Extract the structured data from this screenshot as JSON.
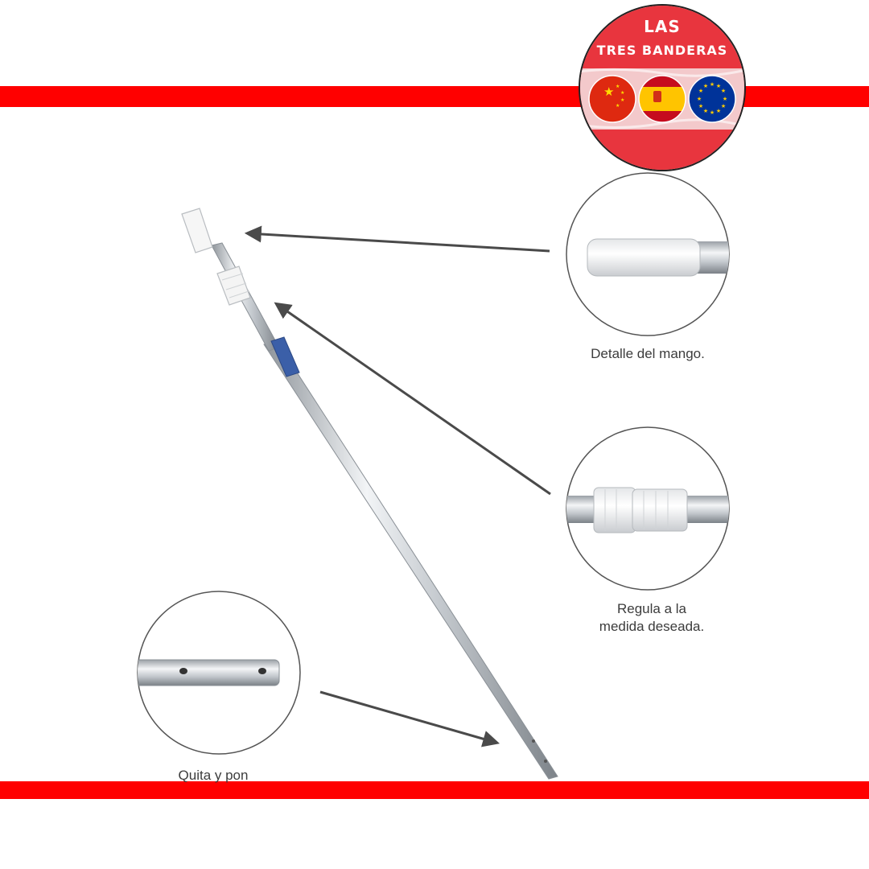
{
  "captions": {
    "grip": "Detalle del mango.",
    "adjust_line1": "Regula a la",
    "adjust_line2": "medida deseada.",
    "pins": "Quita y pon"
  },
  "badge": {
    "line1": "LAS",
    "line2": "TRES BANDERAS",
    "flags": [
      "china-flag",
      "spain-flag",
      "eu-flag"
    ]
  },
  "colors": {
    "band": "#ff0000",
    "badge_red": "#e8353e",
    "caption": "#3c3c3c",
    "arrow": "#4a4a4a"
  }
}
